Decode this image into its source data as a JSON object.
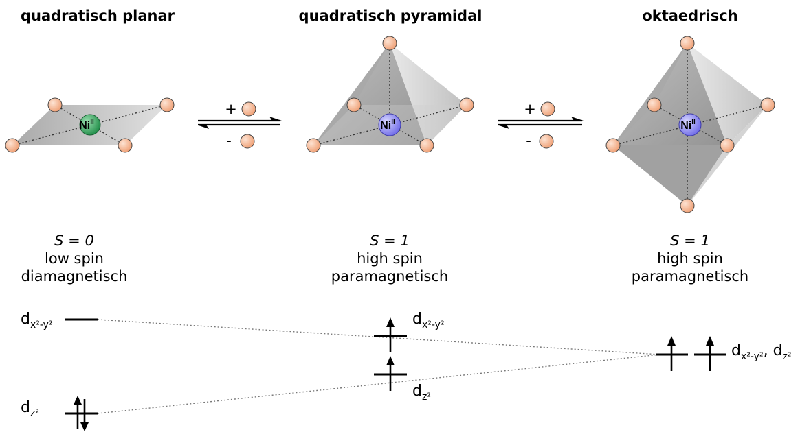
{
  "geometries": [
    {
      "title": "quadratisch planar",
      "spin_value": "S = 0",
      "spin_type": "low spin",
      "magnetism": "diamagnetisch"
    },
    {
      "title": "quadratisch pyramidal",
      "spin_value": "S = 1",
      "spin_type": "high spin",
      "magnetism": "paramagnetisch"
    },
    {
      "title": "oktaedrisch",
      "spin_value": "S = 1",
      "spin_type": "high spin",
      "magnetism": "paramagnetisch"
    }
  ],
  "metal": {
    "symbol": "Ni",
    "oxidation": "II"
  },
  "equilibria": [
    {
      "plus": "+",
      "minus": "-"
    },
    {
      "plus": "+",
      "minus": "-"
    }
  ],
  "orbitals": {
    "d_x2y2": {
      "base": "d",
      "sub": "x²-y²"
    },
    "d_z2": {
      "base": "d",
      "sub": "z²"
    },
    "combined": {
      "base": "d",
      "sub1": "x²-y²",
      "sep": ", ",
      "base2": "d",
      "sub2": "z²"
    }
  },
  "colors": {
    "ligand": "#f4b08a",
    "ni_planar": "#3fae64",
    "ni_other": "#8f8cf4",
    "polyhedron": "#b9b9b9"
  }
}
